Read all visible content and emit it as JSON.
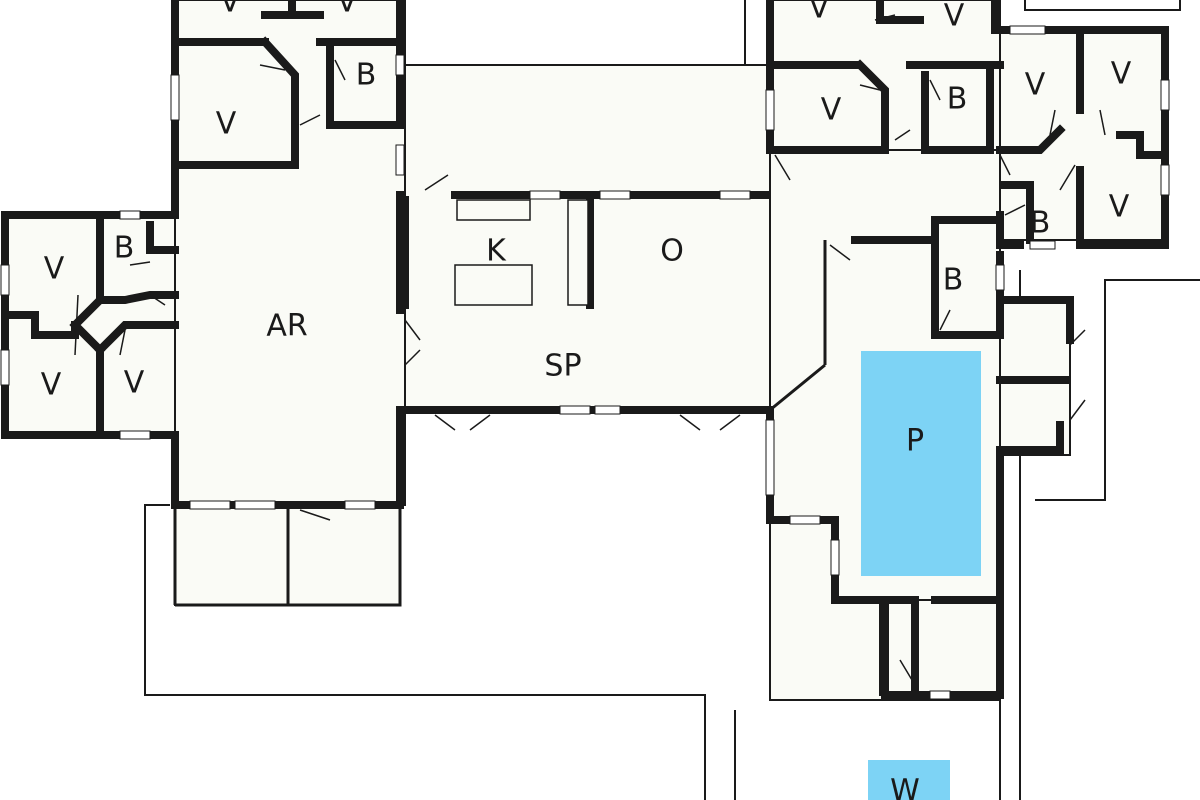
{
  "colors": {
    "pool": "#7dd3f5",
    "whirlpool": "#7dd3f5",
    "floor": "#fafbf6",
    "wall": "#1a1a1a"
  },
  "rooms": {
    "activity_room": "AR",
    "kitchen": "K",
    "living": "O",
    "dining": "SP",
    "pool": "P",
    "whirlpool": "W",
    "bedroom": "V",
    "bathroom": "B"
  }
}
